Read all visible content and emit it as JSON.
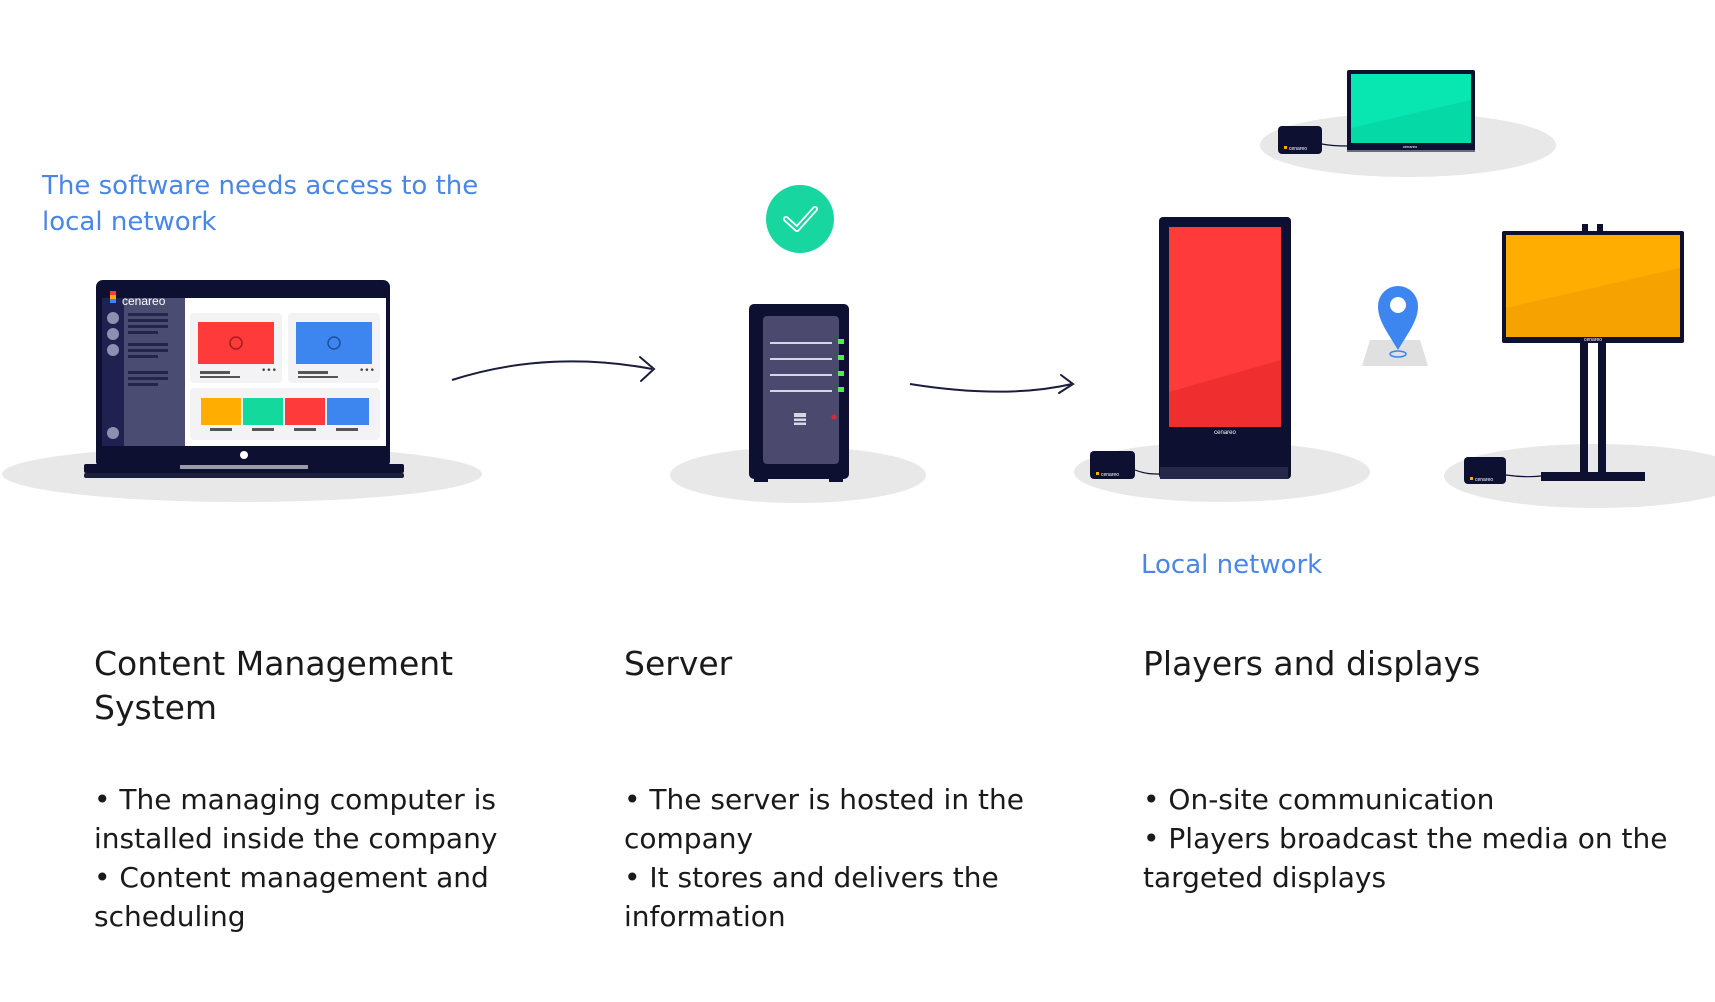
{
  "notes": {
    "software_access": "The software needs access to the local network",
    "local_network": "Local network"
  },
  "brand": {
    "name": "cenareo"
  },
  "columns": [
    {
      "title": "Content Management System",
      "bullets": [
        "The managing computer is installed inside the company",
        "Content management and scheduling"
      ]
    },
    {
      "title": "Server",
      "bullets": [
        "The server is hosted in the company",
        "It stores and delivers the information"
      ]
    },
    {
      "title": "Players and displays",
      "bullets": [
        "On-site communication",
        "Players broadcast the media on the targeted displays"
      ]
    }
  ],
  "colors": {
    "accent_text": "#4a86e8",
    "check_badge": "#18d6a0",
    "red": "#ff3a3a",
    "blue": "#3d86f0",
    "orange": "#ffad00",
    "green": "#08e6b2",
    "device_dark": "#0d1030",
    "server_panel": "#4b4a6e",
    "shadow": "#e8e8e8"
  },
  "icons": {
    "check": "check-badge-icon",
    "location": "location-pin-icon"
  }
}
